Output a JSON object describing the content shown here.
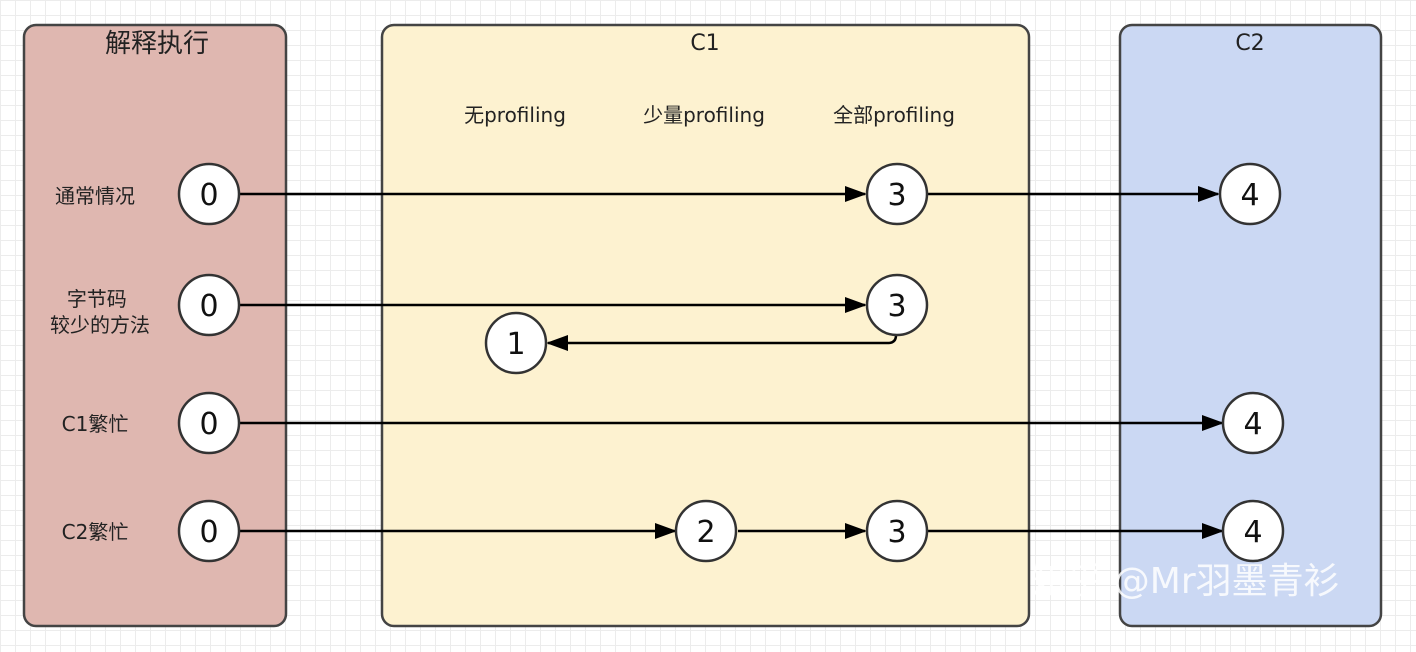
{
  "panels": {
    "interpret": {
      "title": "解释执行",
      "color": "#dfb7b0"
    },
    "c1": {
      "title": "C1",
      "color": "#fdf2d0"
    },
    "c2": {
      "title": "C2",
      "color": "#cbd8f3"
    }
  },
  "c1_columns": [
    "无profiling",
    "少量profiling",
    "全部profiling"
  ],
  "rows": [
    {
      "label": "通常情况",
      "nodes": [
        "0",
        "3",
        "4"
      ]
    },
    {
      "label": "字节码\n较少的方法",
      "nodes": [
        "0",
        "3",
        "1"
      ]
    },
    {
      "label": "C1繁忙",
      "nodes": [
        "0",
        "4"
      ]
    },
    {
      "label": "C2繁忙",
      "nodes": [
        "0",
        "2",
        "3",
        "4"
      ]
    }
  ],
  "watermark": "知乎 @Mr羽墨青衫"
}
